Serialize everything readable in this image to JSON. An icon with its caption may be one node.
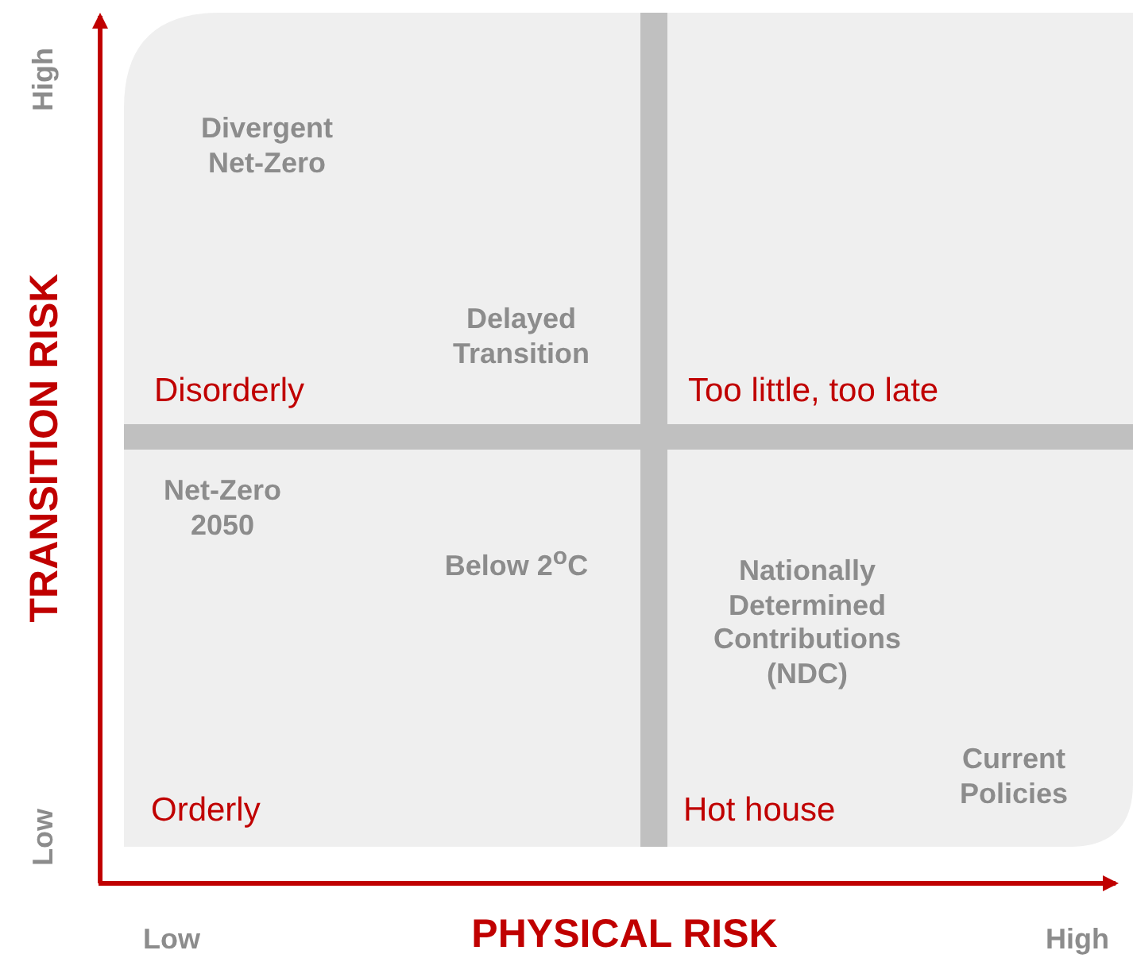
{
  "diagram": {
    "labels": [
      "High",
      "Divergent Net-Zero",
      "Delayed Transition",
      "TRANSITION RISK",
      "Disorderly",
      "Too little, too late",
      "Net-Zero 2050",
      "Below 2$^{o}$C",
      "Nationally Determined Contributions (NDC)",
      "Current Policies",
      "Low",
      "Orderly",
      "Hot house",
      "Low",
      "PHYSICAL RISK",
      "High"
    ]
  }
}
